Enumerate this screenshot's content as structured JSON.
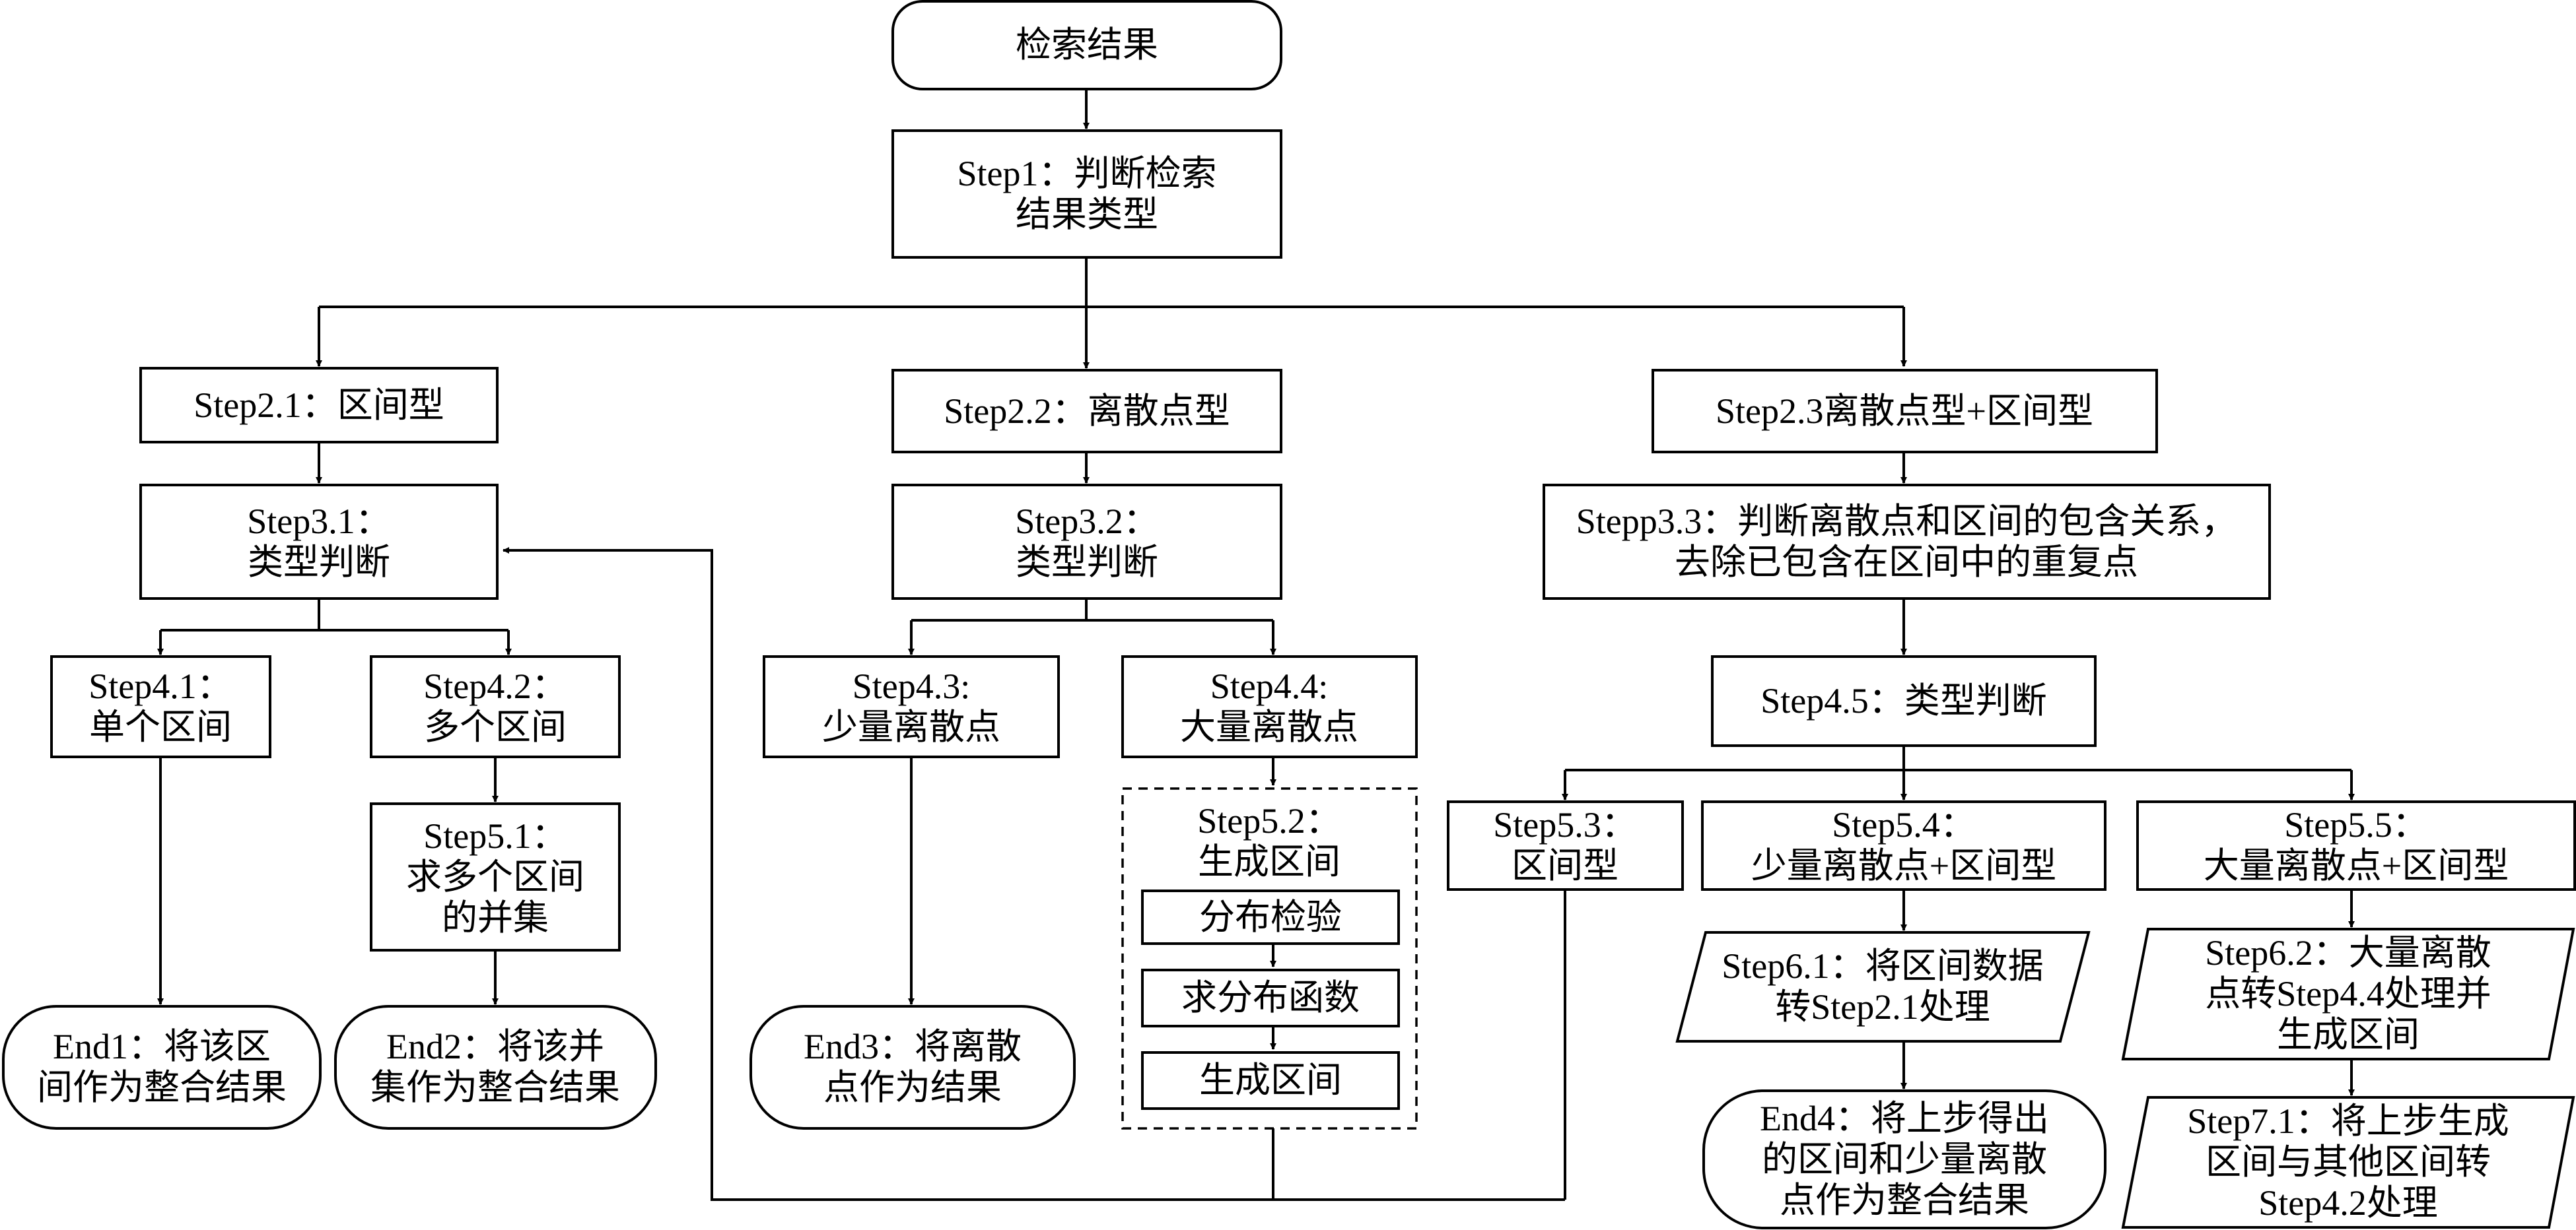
{
  "nodes": {
    "start": [
      "检索结果"
    ],
    "step1": [
      "Step1：判断检索",
      "结果类型"
    ],
    "step2_1": [
      "Step2.1：区间型"
    ],
    "step2_2": [
      "Step2.2：离散点型"
    ],
    "step2_3": [
      "Step2.3离散点型+区间型"
    ],
    "step3_1": [
      "Step3.1：",
      "类型判断"
    ],
    "step3_2": [
      "Step3.2：",
      "类型判断"
    ],
    "step3_3": [
      "Stepp3.3：判断离散点和区间的包含关系，",
      "去除已包含在区间中的重复点"
    ],
    "step4_1": [
      "Step4.1：",
      "单个区间"
    ],
    "step4_2": [
      "Step4.2：",
      "多个区间"
    ],
    "step4_3": [
      "Step4.3:",
      "少量离散点"
    ],
    "step4_4": [
      "Step4.4:",
      "大量离散点"
    ],
    "step4_5": [
      "Step4.5：类型判断"
    ],
    "step5_1": [
      "Step5.1：",
      "求多个区间",
      "的并集"
    ],
    "step5_2": [
      "Step5.2：",
      "生成区间"
    ],
    "step5_2_a": [
      "分布检验"
    ],
    "step5_2_b": [
      "求分布函数"
    ],
    "step5_2_c": [
      "生成区间"
    ],
    "step5_3": [
      "Step5.3：",
      "区间型"
    ],
    "step5_4": [
      "Step5.4：",
      "少量离散点+区间型"
    ],
    "step5_5": [
      "Step5.5：",
      "大量离散点+区间型"
    ],
    "step6_1": [
      "Step6.1：将区间数据",
      "转Step2.1处理"
    ],
    "step6_2": [
      "Step6.2：大量离散",
      "点转Step4.4处理并",
      "生成区间"
    ],
    "step7_1": [
      "Step7.1：将上步生成",
      "区间与其他区间转",
      "Step4.2处理"
    ],
    "end1": [
      "End1：将该区",
      "间作为整合结果"
    ],
    "end2": [
      "End2：将该并",
      "集作为整合结果"
    ],
    "end3": [
      "End3：将离散",
      "点作为结果"
    ],
    "end4": [
      "End4：将上步得出",
      "的区间和少量离散",
      "点作为整合结果"
    ]
  }
}
